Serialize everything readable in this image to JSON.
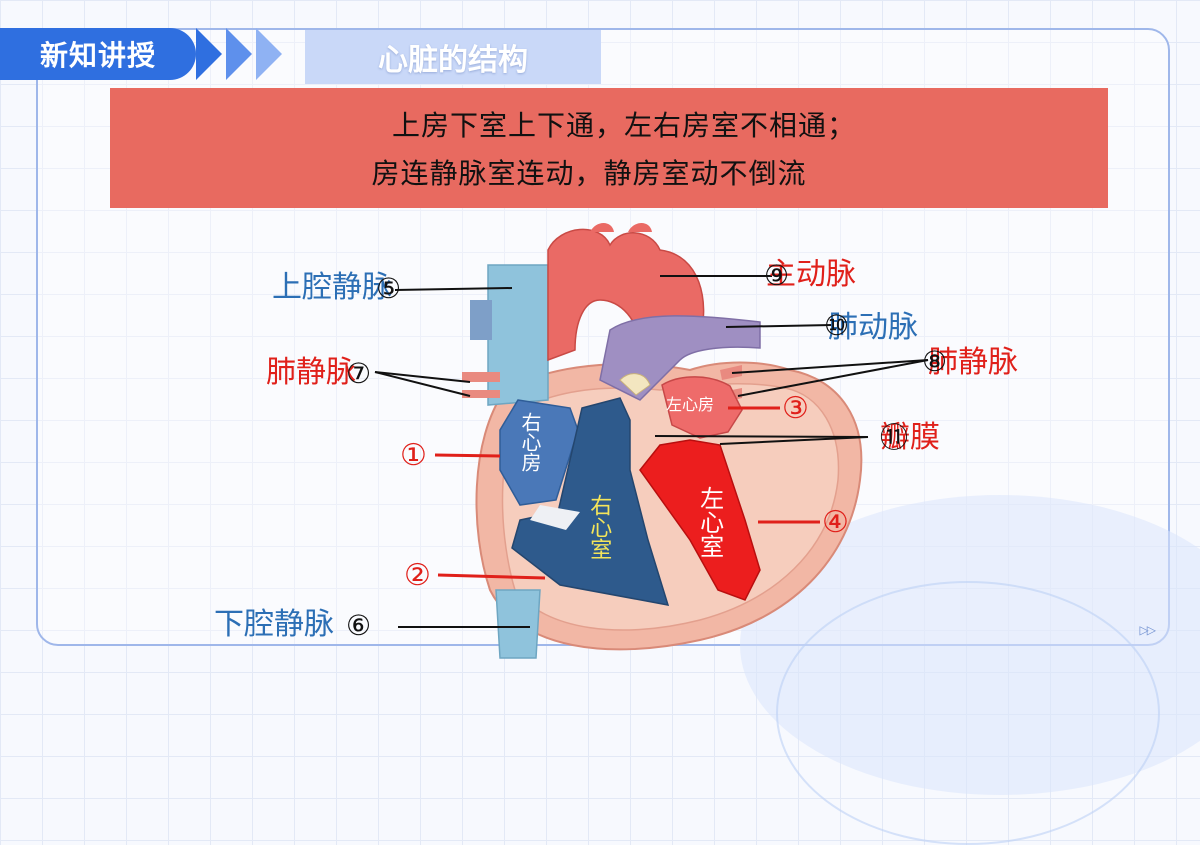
{
  "header": {
    "badge": "新知讲授",
    "section_title": "心脏的结构",
    "brand_blue": "#2f6fe0"
  },
  "mnemonic": {
    "line1": "上房下室上下通，左右房室不相通；",
    "line2": "房连静脉室连动，静房室动不倒流",
    "background": "#e86a60"
  },
  "labels": {
    "superior_vena_cava": "上腔静脉",
    "aorta": "主动脉",
    "pulmonary_artery": "肺动脉",
    "pulmonary_vein_left": "肺静脉",
    "pulmonary_vein_right": "肺静脉",
    "valve": "瓣膜",
    "inferior_vena_cava": "下腔静脉"
  },
  "numbers": {
    "n1": "①",
    "n2": "②",
    "n3": "③",
    "n4": "④",
    "n5": "⑤",
    "n6": "⑥",
    "n7": "⑦",
    "n8": "⑧",
    "n9": "⑨",
    "n10": "⑩",
    "n11": "⑪"
  },
  "chambers": {
    "right_atrium": "右心房",
    "right_ventricle": "右心室",
    "left_atrium": "左心房",
    "left_ventricle": "左心室"
  },
  "colors": {
    "label_blue": "#2c6fb5",
    "label_red": "#e0201a"
  },
  "nav": {
    "next_icon": "▷▷"
  }
}
